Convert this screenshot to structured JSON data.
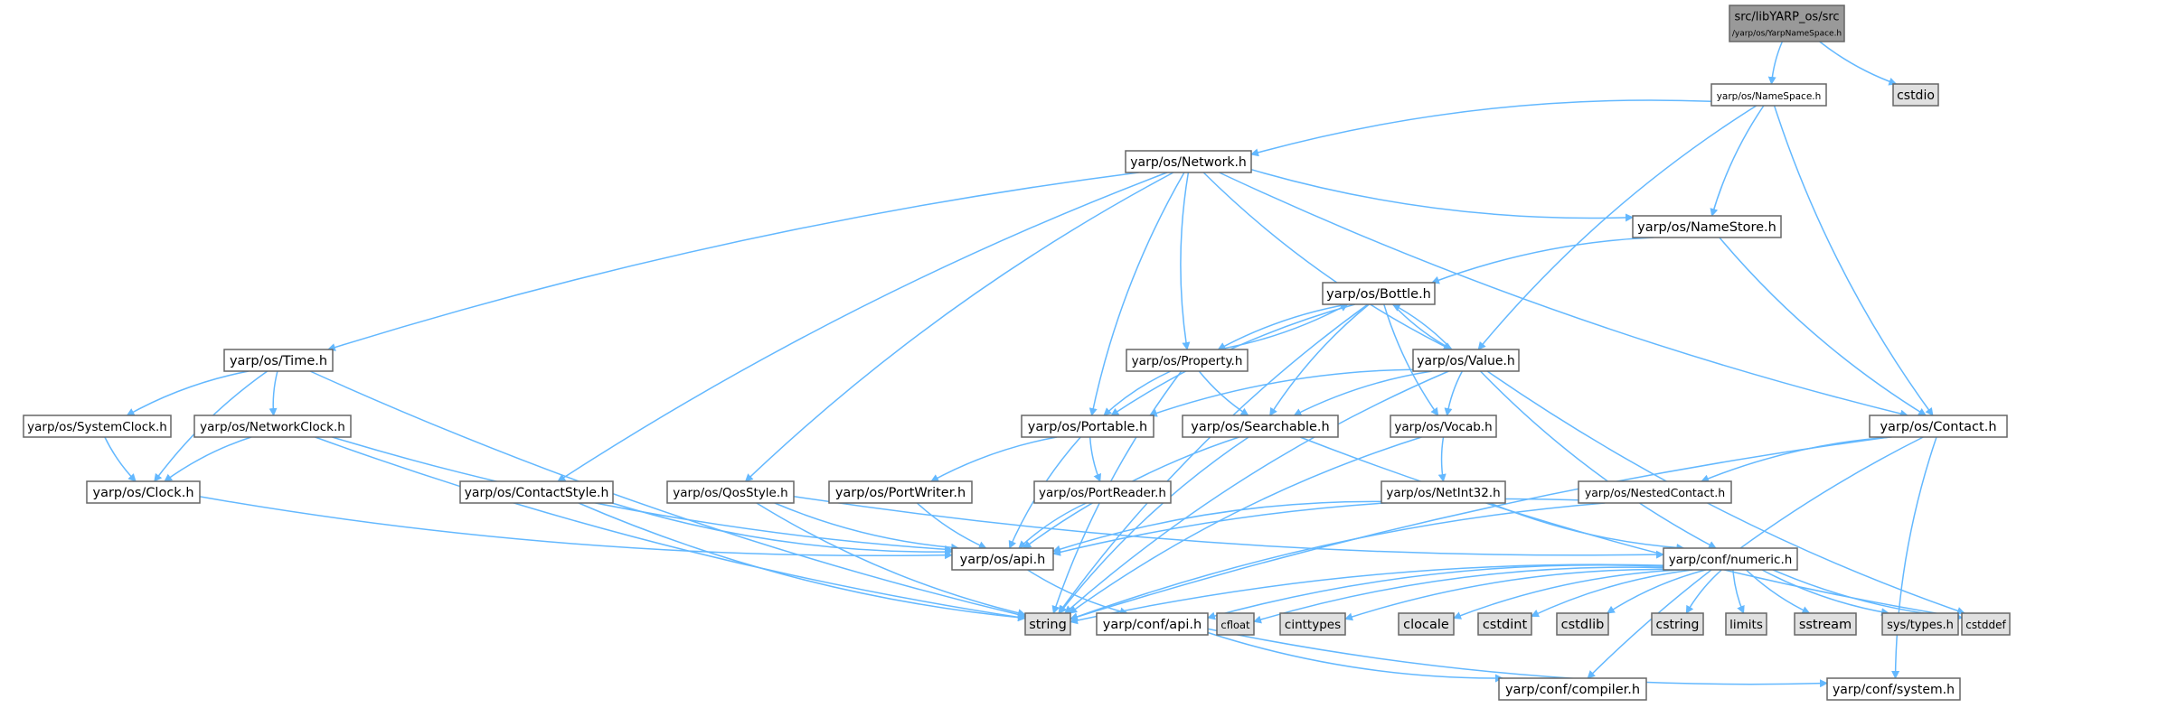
{
  "diagram": {
    "root": "src/libYARP_os/src/yarp/os/YarpNameSpace.h",
    "colors": {
      "edge": "#63b8ff",
      "root_fill": "#999999",
      "node_fill": "#ffffff",
      "external_fill": "#e0e0e0",
      "node_border": "#666666"
    },
    "nodes": {
      "root": {
        "lines": [
          "src/libYARP_os/src",
          "/yarp/os/YarpNameSpace.h"
        ],
        "kind": "root"
      },
      "namespace": {
        "lines": [
          "yarp/os/NameSpace.h"
        ],
        "kind": "header"
      },
      "cstdio": {
        "lines": [
          "cstdio"
        ],
        "kind": "external"
      },
      "network": {
        "lines": [
          "yarp/os/Network.h"
        ],
        "kind": "header"
      },
      "namestore": {
        "lines": [
          "yarp/os/NameStore.h"
        ],
        "kind": "header"
      },
      "bottle": {
        "lines": [
          "yarp/os/Bottle.h"
        ],
        "kind": "header"
      },
      "time": {
        "lines": [
          "yarp/os/Time.h"
        ],
        "kind": "header"
      },
      "property": {
        "lines": [
          "yarp/os/Property.h"
        ],
        "kind": "header"
      },
      "value": {
        "lines": [
          "yarp/os/Value.h"
        ],
        "kind": "header"
      },
      "systemclock": {
        "lines": [
          "yarp/os/SystemClock.h"
        ],
        "kind": "header"
      },
      "networkclock": {
        "lines": [
          "yarp/os/NetworkClock.h"
        ],
        "kind": "header"
      },
      "portable": {
        "lines": [
          "yarp/os/Portable.h"
        ],
        "kind": "header"
      },
      "searchable": {
        "lines": [
          "yarp/os/Searchable.h"
        ],
        "kind": "header"
      },
      "vocab": {
        "lines": [
          "yarp/os/Vocab.h"
        ],
        "kind": "header"
      },
      "contact": {
        "lines": [
          "yarp/os/Contact.h"
        ],
        "kind": "header"
      },
      "clock": {
        "lines": [
          "yarp/os/Clock.h"
        ],
        "kind": "header"
      },
      "contactstyle": {
        "lines": [
          "yarp/os/ContactStyle.h"
        ],
        "kind": "header"
      },
      "qosstyle": {
        "lines": [
          "yarp/os/QosStyle.h"
        ],
        "kind": "header"
      },
      "portwriter": {
        "lines": [
          "yarp/os/PortWriter.h"
        ],
        "kind": "header"
      },
      "portreader": {
        "lines": [
          "yarp/os/PortReader.h"
        ],
        "kind": "header"
      },
      "netint32": {
        "lines": [
          "yarp/os/NetInt32.h"
        ],
        "kind": "header"
      },
      "nestedcontact": {
        "lines": [
          "yarp/os/NestedContact.h"
        ],
        "kind": "header"
      },
      "osapi": {
        "lines": [
          "yarp/os/api.h"
        ],
        "kind": "header"
      },
      "numeric": {
        "lines": [
          "yarp/conf/numeric.h"
        ],
        "kind": "header"
      },
      "string": {
        "lines": [
          "string"
        ],
        "kind": "external"
      },
      "confapi": {
        "lines": [
          "yarp/conf/api.h"
        ],
        "kind": "header"
      },
      "cfloat": {
        "lines": [
          "cfloat"
        ],
        "kind": "external"
      },
      "cinttypes": {
        "lines": [
          "cinttypes"
        ],
        "kind": "external"
      },
      "clocale": {
        "lines": [
          "clocale"
        ],
        "kind": "external"
      },
      "cstdint": {
        "lines": [
          "cstdint"
        ],
        "kind": "external"
      },
      "cstdlib": {
        "lines": [
          "cstdlib"
        ],
        "kind": "external"
      },
      "cstring": {
        "lines": [
          "cstring"
        ],
        "kind": "external"
      },
      "limits": {
        "lines": [
          "limits"
        ],
        "kind": "external"
      },
      "sstream": {
        "lines": [
          "sstream"
        ],
        "kind": "external"
      },
      "systypes": {
        "lines": [
          "sys/types.h"
        ],
        "kind": "external"
      },
      "cstddef": {
        "lines": [
          "cstddef"
        ],
        "kind": "external"
      },
      "compiler": {
        "lines": [
          "yarp/conf/compiler.h"
        ],
        "kind": "header"
      },
      "system": {
        "lines": [
          "yarp/conf/system.h"
        ],
        "kind": "header"
      }
    },
    "edges": [
      [
        "root",
        "namespace"
      ],
      [
        "root",
        "cstdio"
      ],
      [
        "namespace",
        "network"
      ],
      [
        "namespace",
        "namestore"
      ],
      [
        "namespace",
        "value"
      ],
      [
        "namespace",
        "contact"
      ],
      [
        "network",
        "time"
      ],
      [
        "network",
        "contactstyle"
      ],
      [
        "network",
        "qosstyle"
      ],
      [
        "network",
        "portable"
      ],
      [
        "network",
        "property"
      ],
      [
        "network",
        "value"
      ],
      [
        "network",
        "namestore"
      ],
      [
        "network",
        "contact"
      ],
      [
        "namestore",
        "bottle"
      ],
      [
        "namestore",
        "contact"
      ],
      [
        "bottle",
        "property"
      ],
      [
        "bottle",
        "value"
      ],
      [
        "bottle",
        "portable"
      ],
      [
        "bottle",
        "searchable"
      ],
      [
        "bottle",
        "vocab"
      ],
      [
        "bottle",
        "string"
      ],
      [
        "property",
        "bottle"
      ],
      [
        "property",
        "portable"
      ],
      [
        "property",
        "searchable"
      ],
      [
        "property",
        "string"
      ],
      [
        "value",
        "bottle"
      ],
      [
        "value",
        "portable"
      ],
      [
        "value",
        "searchable"
      ],
      [
        "value",
        "vocab"
      ],
      [
        "value",
        "numeric"
      ],
      [
        "value",
        "cstddef"
      ],
      [
        "value",
        "string"
      ],
      [
        "time",
        "systemclock"
      ],
      [
        "time",
        "networkclock"
      ],
      [
        "time",
        "clock"
      ],
      [
        "time",
        "string"
      ],
      [
        "systemclock",
        "clock"
      ],
      [
        "networkclock",
        "clock"
      ],
      [
        "networkclock",
        "osapi"
      ],
      [
        "networkclock",
        "string"
      ],
      [
        "clock",
        "osapi"
      ],
      [
        "contactstyle",
        "osapi"
      ],
      [
        "contactstyle",
        "string"
      ],
      [
        "qosstyle",
        "osapi"
      ],
      [
        "qosstyle",
        "numeric"
      ],
      [
        "qosstyle",
        "string"
      ],
      [
        "portable",
        "portwriter"
      ],
      [
        "portable",
        "portreader"
      ],
      [
        "portable",
        "osapi"
      ],
      [
        "portwriter",
        "osapi"
      ],
      [
        "portreader",
        "osapi"
      ],
      [
        "searchable",
        "osapi"
      ],
      [
        "searchable",
        "string"
      ],
      [
        "searchable",
        "cstddef"
      ],
      [
        "vocab",
        "netint32"
      ],
      [
        "vocab",
        "string"
      ],
      [
        "netint32",
        "osapi"
      ],
      [
        "netint32",
        "numeric"
      ],
      [
        "contact",
        "nestedcontact"
      ],
      [
        "contact",
        "string"
      ],
      [
        "contact",
        "compiler"
      ],
      [
        "contact",
        "system"
      ],
      [
        "nestedcontact",
        "osapi"
      ],
      [
        "nestedcontact",
        "string"
      ],
      [
        "osapi",
        "confapi"
      ],
      [
        "numeric",
        "string"
      ],
      [
        "numeric",
        "confapi"
      ],
      [
        "numeric",
        "cfloat"
      ],
      [
        "numeric",
        "cinttypes"
      ],
      [
        "numeric",
        "clocale"
      ],
      [
        "numeric",
        "cstdint"
      ],
      [
        "numeric",
        "cstdlib"
      ],
      [
        "numeric",
        "cstring"
      ],
      [
        "numeric",
        "limits"
      ],
      [
        "numeric",
        "sstream"
      ],
      [
        "numeric",
        "systypes"
      ],
      [
        "numeric",
        "cstddef"
      ],
      [
        "confapi",
        "compiler"
      ],
      [
        "confapi",
        "system"
      ]
    ]
  }
}
